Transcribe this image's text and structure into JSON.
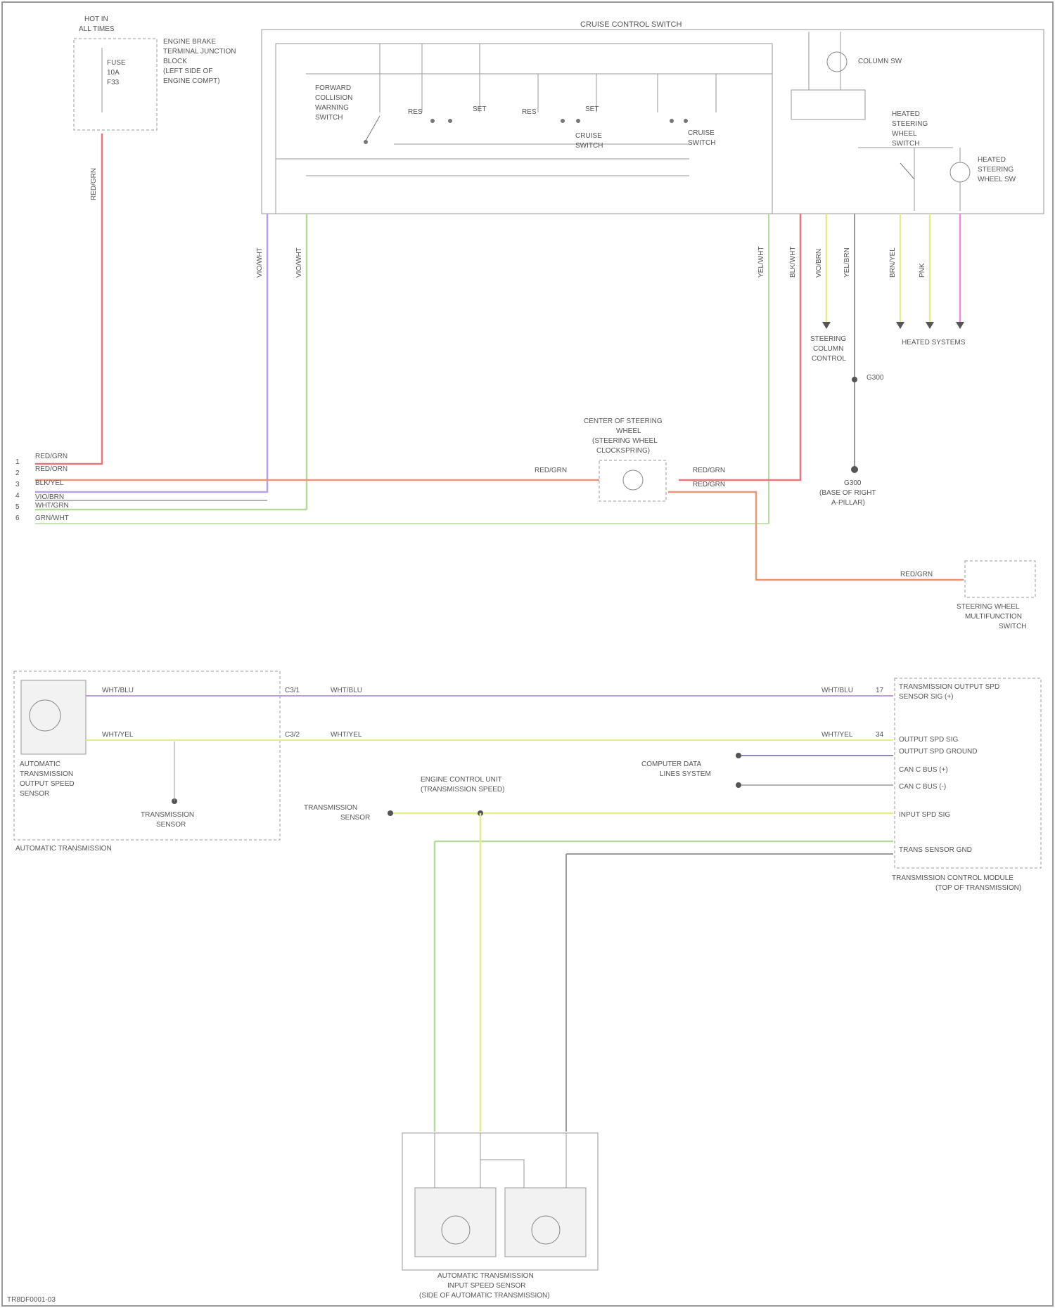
{
  "diagram": {
    "corner_label": "TR8DF0001-03"
  },
  "fuse": {
    "lines": [
      "HOT IN",
      "ALL TIMES"
    ],
    "internal": [
      "FUSE",
      "10A",
      "F33"
    ],
    "location": [
      "ENGINE BRAKE",
      "TERMINAL JUNCTION",
      "BLOCK",
      "(LEFT SIDE OF",
      "ENGINE COMPT)"
    ]
  },
  "clock_spring_module": {
    "title": "CRUISE CONTROL SWITCH",
    "switches": [
      {
        "label": [
          "FORWARD",
          "COLLISION",
          "WARNING",
          "SWITCH"
        ]
      },
      {
        "label": [
          "RES"
        ]
      },
      {
        "label": [
          "SET"
        ]
      },
      {
        "label": [
          "RES"
        ]
      },
      {
        "label": [
          "SET"
        ]
      },
      {
        "label": [
          "CRUISE",
          "SWITCH"
        ]
      },
      {
        "label": [
          "CRUISE",
          "SWITCH"
        ]
      }
    ],
    "right": {
      "label": "COLUMN SW",
      "heated": [
        "HEATED",
        "STEERING",
        "WHEEL",
        "SWITCH"
      ],
      "heater": [
        "HEATED",
        "STEERING",
        "WHEEL SW"
      ]
    }
  },
  "clockspring": {
    "lines": [
      "CENTER OF STEERING",
      "WHEEL",
      "(STEERING WHEEL",
      "CLOCKSPRING)"
    ]
  },
  "wires_top": [
    {
      "label": "RED/GRN"
    },
    {
      "label": "VIO/WHT"
    },
    {
      "label": "VIO/WHT"
    },
    {
      "label": "YEL/WHT"
    },
    {
      "label": "BLK/WHT"
    },
    {
      "label": "VIO/BRN"
    },
    {
      "label": "YEL/BRN"
    },
    {
      "label": "BRN/YEL"
    },
    {
      "label": "PNK"
    }
  ],
  "left_bus_labels": [
    "RED/GRN",
    "RED/ORN",
    "BLK/YEL",
    "VIO/BRN",
    "WHT/GRN",
    "GRN/WHT"
  ],
  "left_bus_pins": [
    "1",
    "2",
    "3",
    "4",
    "5",
    "6"
  ],
  "destinations": {
    "body_control": [
      "STEERING",
      "COLUMN",
      "CONTROL"
    ],
    "heated_sys": "HEATED SYSTEMS",
    "ground_code": "G300",
    "ground": [
      "G300",
      "(BASE OF RIGHT",
      "A-PILLAR)"
    ],
    "cw_left": "RED/GRN",
    "cw_right": "RED/GRN",
    "cw_right2": "RED/GRN",
    "cw_switch_wire": "RED/GRN",
    "cw_switch": [
      "STEERING WHEEL",
      "MULTIFUNCTION",
      "SWITCH"
    ]
  },
  "bottom": {
    "left_box_caption": "AUTOMATIC TRANSMISSION",
    "sensor": [
      "AUTOMATIC",
      "TRANSMISSION",
      "OUTPUT SPEED",
      "SENSOR"
    ],
    "ground_left": [
      "TRANSMISSION",
      "SENSOR"
    ],
    "ground_mid": [
      "TRANSMISSION",
      "SENSOR"
    ],
    "splice": [
      "ENGINE CONTROL UNIT",
      "(TRANSMISSION SPEED)"
    ],
    "wires": [
      {
        "left": "WHT/BLU",
        "mid": "C3/1",
        "left2": "WHT/BLU",
        "tcm": "WHT/BLU",
        "pin": "17"
      },
      {
        "left": "WHT/YEL",
        "mid": "C3/2",
        "left2": "WHT/YEL",
        "tcm": "WHT/YEL",
        "pin": "34"
      }
    ],
    "comp_data": [
      "COMPUTER DATA",
      "LINES SYSTEM"
    ],
    "tcm_rows": [
      "TRANSMISSION OUTPUT SPD",
      "SENSOR SIG (+)",
      "OUTPUT SPD SIG",
      "OUTPUT SPD GROUND",
      "CAN C BUS (+)",
      "CAN C BUS (-)",
      "INPUT SPD SIG",
      "TRANS SENSOR GND"
    ],
    "tcm_title": [
      "TRANSMISSION CONTROL MODULE",
      "(TOP OF TRANSMISSION)"
    ],
    "bottom_box": [
      "AUTOMATIC TRANSMISSION",
      "INPUT SPEED SENSOR",
      "(SIDE OF AUTOMATIC TRANSMISSION)"
    ]
  },
  "colors": {
    "red": "#e8757a",
    "orange": "#e8957a",
    "violet": "#b9a0e0",
    "green": "#b6d9a0",
    "yellow": "#e6ec8a",
    "pink": "#e88ee0",
    "gray": "#aaaaaa",
    "line": "#9a9a9a"
  }
}
